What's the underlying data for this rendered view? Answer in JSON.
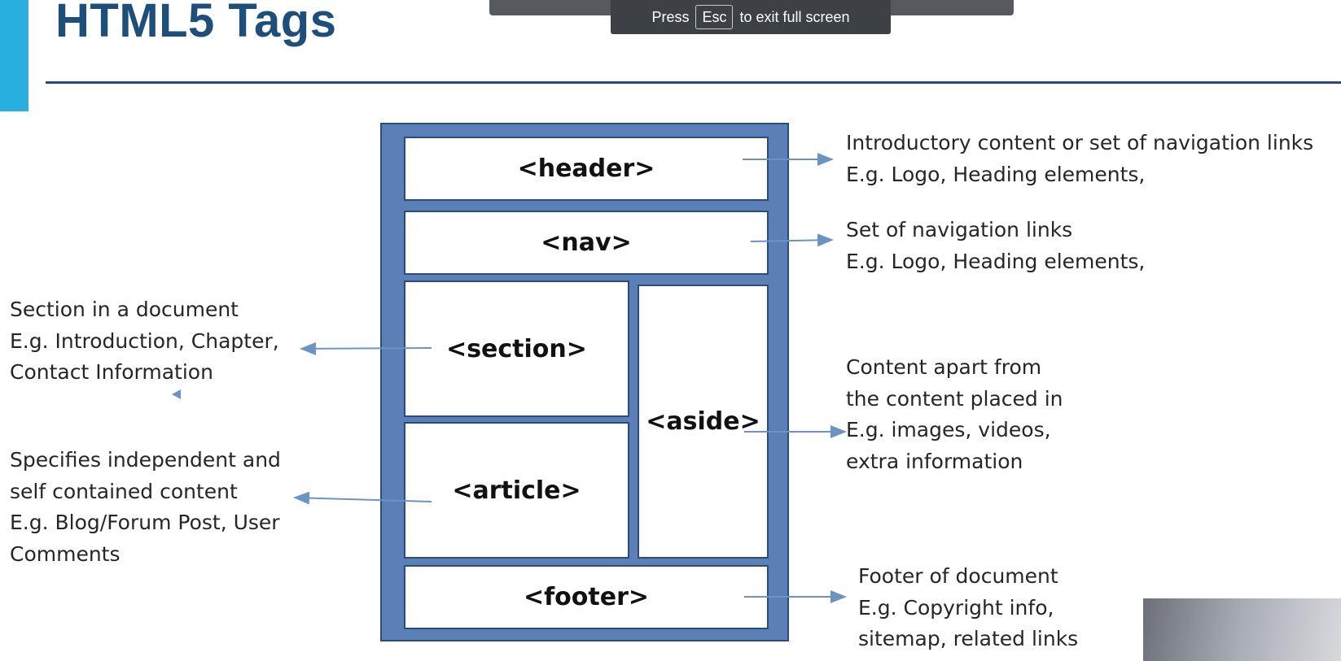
{
  "slide": {
    "title": "HTML5 Tags"
  },
  "fullscreen_notice": {
    "press": "Press",
    "key": "Esc",
    "rest": "to exit full screen"
  },
  "diagram": {
    "tags": {
      "header": "<header>",
      "nav": "<nav>",
      "section": "<section>",
      "article": "<article>",
      "aside": "<aside>",
      "footer": "<footer>"
    },
    "annotations": {
      "header": [
        "Introductory content or set of navigation links",
        "E.g. Logo, Heading elements,"
      ],
      "nav": [
        "Set of navigation links",
        "E.g. Logo, Heading elements,"
      ],
      "section": [
        "Section in a document",
        "E.g. Introduction, Chapter,",
        "Contact Information"
      ],
      "article": [
        "Specifies independent and",
        "self contained content",
        "E.g. Blog/Forum Post, User",
        "Comments"
      ],
      "aside": [
        "Content apart from",
        "the content placed in",
        "E.g. images, videos,",
        "extra information"
      ],
      "footer": [
        "Footer of document",
        "E.g. Copyright info,",
        "sitemap, related links"
      ]
    },
    "colors": {
      "frame": "#5b80b8",
      "frame_border": "#2c4d7c",
      "arrow": "#6d93c4",
      "title": "#1e4f7a",
      "accent": "#2ab0e0"
    }
  }
}
